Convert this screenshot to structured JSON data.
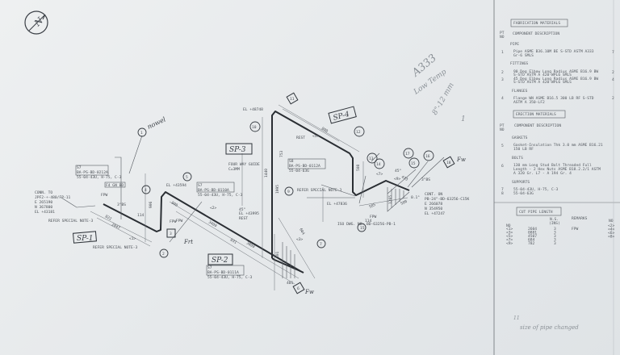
{
  "north_arrow": {
    "label": "N",
    "icon": "north-arrow-icon"
  },
  "drawing": {
    "spool_tags": [
      "SP-1",
      "SP-2",
      "SP-3",
      "SP-4"
    ],
    "bubbles": [
      "1",
      "2",
      "3",
      "4",
      "5",
      "6",
      "7",
      "9",
      "10",
      "11",
      "12",
      "13",
      "14",
      "15",
      "16",
      "17",
      "18",
      "15"
    ],
    "conn_from": [
      "CONN. TO",
      "JPF2-+-480/FP-11",
      "E 265190",
      "N 367800",
      "EL +43181"
    ],
    "conn_to": [
      "CONT. ON",
      "PB-24\"-BD-63256-C15K",
      "E 266078",
      "N 354950",
      "EL +47247"
    ],
    "iso_ref": "ISO DWG. NO. BD-63256-PB-1",
    "support_1": [
      "S7",
      "BA-PS-BD-0212A",
      "55-04-43U, H-75, C-3"
    ],
    "support_2": [
      "S7",
      "BA-PS-BD-0110A",
      "55-04-43U, H-75, C-3"
    ],
    "support_3": [
      "S7",
      "BA-PS-BD-0111A",
      "55-04-43U, H-75, C-3"
    ],
    "support_4": [
      "S8",
      "BA-PS-BD-0112A",
      "55-04-63G"
    ],
    "notes": {
      "refer_note_1": "REFER SPECIAL NOTE-3",
      "refer_note_2": "REFER SPECIAL NOTE-3",
      "refer_note_3": "REFER SPECIAL NOTE-3",
      "four_way_guide": "FOUR WAY GUIDE",
      "guide_clearance": "C=3MM",
      "rest_1": "REST",
      "rest_2": "REST",
      "fpw_1": "FPW",
      "fpw_2": "FPW",
      "fpw_3": "FPW",
      "fpw_4": "FPW",
      "f4_label": "F4 GN BD",
      "size_3in": "3\"BS",
      "el_1": "EL +43594",
      "el_2": "EL +48748",
      "el_3": "EL +43995",
      "el_4": "EL +47836",
      "angle_1": "45°",
      "angle_2": "45°",
      "angle_3": "0.1°",
      "part_2": "<2>",
      "part_1": "<1>",
      "part_3": "<3>",
      "part_5": "<5>",
      "part_7": "<7>",
      "part_9": "<9>"
    },
    "dims": [
      "2047",
      "822",
      "114",
      "906",
      "800",
      "3400",
      "3800",
      "831",
      "604",
      "1440",
      "753",
      "1995",
      "890",
      "401",
      "401",
      "585",
      "114",
      "1265",
      "433",
      "580",
      "508",
      "3\"BS"
    ],
    "handwritten": {
      "nozzle": "nowel",
      "material": "A333",
      "temp": "Low Temp",
      "thickness": "8\"-12 mm",
      "one": "1",
      "frt": "Frt",
      "fw_1": "Fw",
      "fw_2": "Fw",
      "eleven": "11",
      "size_note": "size of pipe changed"
    }
  },
  "bom": {
    "fabrication_title": "FABRICATION MATERIALS",
    "pt_no": [
      "PT",
      "NO"
    ],
    "component_description": "COMPONENT DESCRIPTION",
    "pipe_heading": "PIPE",
    "fittings_heading": "FITTINGS",
    "flanges_heading": "FLANGES",
    "fabrication_items": [
      {
        "pt": "1",
        "lines": [
          "Pipe ASME B36.10M BE S-STD ASTM A333",
          "Gr-6 SMLS"
        ],
        "qty": "7"
      },
      {
        "pt": "2",
        "lines": [
          "90 Deg Elbow Long Radius ASME B16.9 BW",
          "S-STD ASTM A 420-WPL6 SMLS"
        ],
        "qty": "2"
      },
      {
        "pt": "3",
        "lines": [
          "45 Deg Elbow Long Radius ASME B16.9 BW",
          "S-STD ASTM A 420-WPL6 SMLS"
        ],
        "qty": "4"
      },
      {
        "pt": "4",
        "lines": [
          "Flange WN ASME B16.5 300 LB RF S-STD",
          "ASTM A 350-LF2"
        ],
        "qty": "2"
      }
    ],
    "erection_title": "ERECTION MATERIALS",
    "pt_no_2": [
      "PT",
      "NO"
    ],
    "component_description_2": "COMPONENT DESCRIPTION",
    "gaskets_heading": "GASKETS",
    "bolts_heading": "BOLTS",
    "supports_heading": "SUPPORTS",
    "erection_items": [
      {
        "pt": "5",
        "lines": [
          "Gasket-Insulation Thk 3.0 mm ASME B16.21",
          "150 LB RF"
        ]
      },
      {
        "pt": "6",
        "lines": [
          "130 mm Long Stud Bolt Threaded Full",
          "Length - 2 Hex Nuts ASME B18.2.2/1 ASTM",
          "A 320 Gr. L7 - A 194 Gr. 4"
        ]
      },
      {
        "pt": "7",
        "lines": [
          "55-04-43U, H-75, C-3"
        ]
      },
      {
        "pt": "8",
        "lines": [
          "55-04-63G"
        ]
      }
    ],
    "cut_pipe_title": "CUT PIPE LENGTH",
    "cut_headers": {
      "no": "NO",
      "ns": "N.S.",
      "ins": "(INS)",
      "remarks": "REMARKS",
      "no_2": "NO"
    },
    "cut_rows": [
      {
        "no": "<1>",
        "length": "2604",
        "ns": "3",
        "remarks": "FPW"
      },
      {
        "no": "<3>",
        "length": "0881",
        "ns": "3",
        "remarks": ""
      },
      {
        "no": "<5>",
        "length": "4507",
        "ns": "3",
        "remarks": ""
      },
      {
        "no": "<7>",
        "length": "684",
        "ns": "3",
        "remarks": ""
      },
      {
        "no": "<9>",
        "length": "782",
        "ns": "3",
        "remarks": ""
      }
    ],
    "cut_rows_right": [
      "<2>",
      "<4>",
      "<6>",
      "<8>"
    ]
  }
}
